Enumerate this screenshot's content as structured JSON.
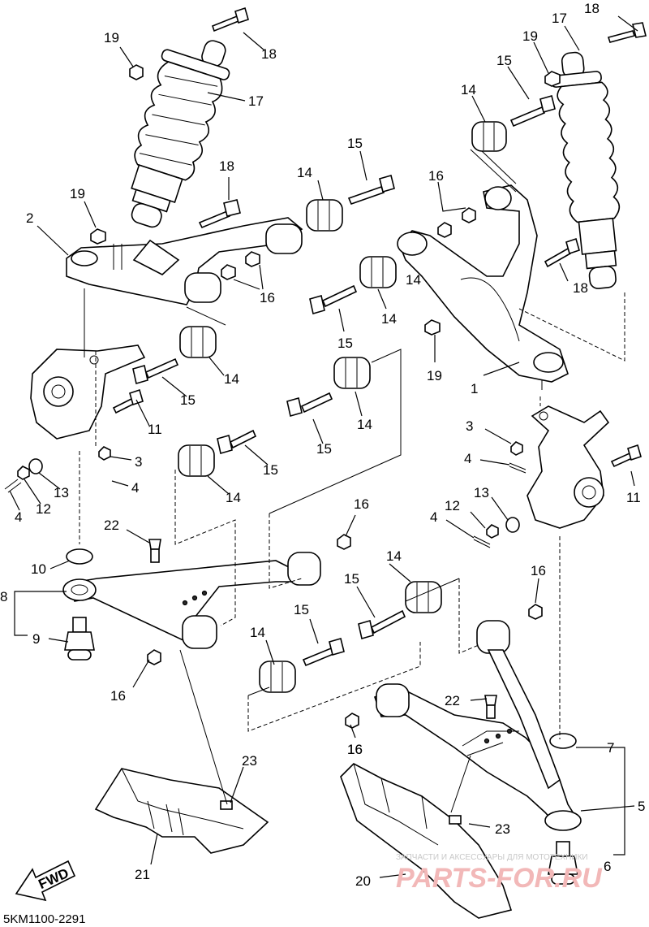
{
  "diagram": {
    "catalog_number": "5KM1100-2291",
    "fwd_label": "FWD",
    "watermark_line": "ЗАПЧАСТИ И АКСЕССУАРЫ ДЛЯ МОТОТЕХНИКИ",
    "watermark_site": "PARTS-FOR.RU",
    "callouts": [
      {
        "id": "c18a",
        "text": "18"
      },
      {
        "id": "c19a",
        "text": "19"
      },
      {
        "id": "c17a",
        "text": "17"
      },
      {
        "id": "c18b",
        "text": "18"
      },
      {
        "id": "c19b",
        "text": "19"
      },
      {
        "id": "c2",
        "text": "2"
      },
      {
        "id": "c14a",
        "text": "14"
      },
      {
        "id": "c15a",
        "text": "15"
      },
      {
        "id": "c16a",
        "text": "16"
      },
      {
        "id": "c14b",
        "text": "14"
      },
      {
        "id": "c15b",
        "text": "15"
      },
      {
        "id": "c14c",
        "text": "14"
      },
      {
        "id": "c15c",
        "text": "15"
      },
      {
        "id": "c11a",
        "text": "11"
      },
      {
        "id": "c3a",
        "text": "3"
      },
      {
        "id": "c4a",
        "text": "4"
      },
      {
        "id": "c13a",
        "text": "13"
      },
      {
        "id": "c12a",
        "text": "12"
      },
      {
        "id": "c4b",
        "text": "4"
      },
      {
        "id": "c14d",
        "text": "14"
      },
      {
        "id": "c15d",
        "text": "15"
      },
      {
        "id": "c14e",
        "text": "14"
      },
      {
        "id": "c15e",
        "text": "15"
      },
      {
        "id": "c22a",
        "text": "22"
      },
      {
        "id": "c10",
        "text": "10"
      },
      {
        "id": "c8",
        "text": "8"
      },
      {
        "id": "c9",
        "text": "9"
      },
      {
        "id": "c16b",
        "text": "16"
      },
      {
        "id": "c16c",
        "text": "16"
      },
      {
        "id": "c14f",
        "text": "14"
      },
      {
        "id": "c15f",
        "text": "15"
      },
      {
        "id": "c14g",
        "text": "14"
      },
      {
        "id": "c15g",
        "text": "15"
      },
      {
        "id": "c16d",
        "text": "16"
      },
      {
        "id": "c23a",
        "text": "23"
      },
      {
        "id": "c21",
        "text": "21"
      },
      {
        "id": "c18c",
        "text": "18"
      },
      {
        "id": "c17b",
        "text": "17"
      },
      {
        "id": "c19c",
        "text": "19"
      },
      {
        "id": "c15h",
        "text": "15"
      },
      {
        "id": "c14h",
        "text": "14"
      },
      {
        "id": "c16e",
        "text": "16"
      },
      {
        "id": "c18d",
        "text": "18"
      },
      {
        "id": "c14i",
        "text": "14"
      },
      {
        "id": "c19d",
        "text": "19"
      },
      {
        "id": "c1",
        "text": "1"
      },
      {
        "id": "c3b",
        "text": "3"
      },
      {
        "id": "c4c",
        "text": "4"
      },
      {
        "id": "c11b",
        "text": "11"
      },
      {
        "id": "c13b",
        "text": "13"
      },
      {
        "id": "c12b",
        "text": "12"
      },
      {
        "id": "c4d",
        "text": "4"
      },
      {
        "id": "c16f",
        "text": "16"
      },
      {
        "id": "c22b",
        "text": "22"
      },
      {
        "id": "c16g",
        "text": "16"
      },
      {
        "id": "c7",
        "text": "7"
      },
      {
        "id": "c5",
        "text": "5"
      },
      {
        "id": "c23b",
        "text": "23"
      },
      {
        "id": "c6",
        "text": "6"
      },
      {
        "id": "c20",
        "text": "20"
      }
    ]
  }
}
